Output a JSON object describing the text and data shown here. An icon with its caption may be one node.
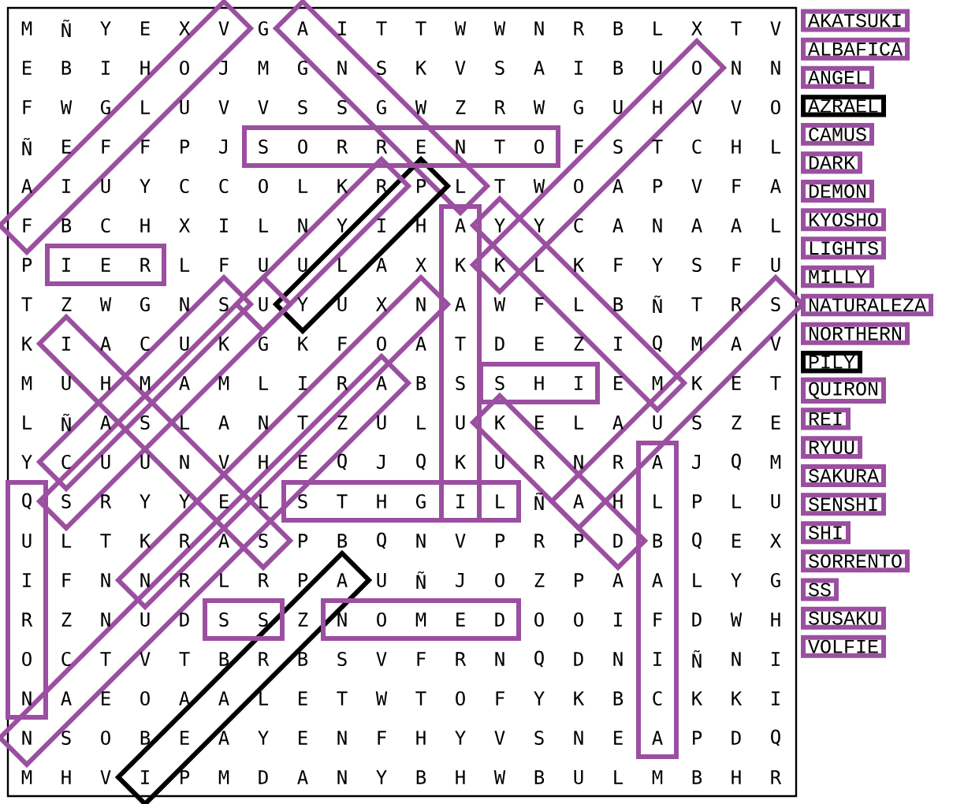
{
  "diagram": {
    "nodes": [
      {
        "text": [
          "AKATSUKI"
        ]
      },
      {
        "text": [
          "ALBAFICA"
        ]
      },
      {
        "text": [
          "ANGEL"
        ]
      },
      {
        "text": [
          "AZRAEL"
        ]
      },
      {
        "text": [
          "CAMUS"
        ]
      },
      {
        "text": [
          "DARK"
        ]
      },
      {
        "text": [
          "DEMON"
        ]
      },
      {
        "text": [
          "KYOSHO"
        ]
      },
      {
        "text": [
          "LIGHTS"
        ]
      },
      {
        "text": [
          "MILLY"
        ]
      },
      {
        "text": [
          "NATURALEZA"
        ]
      },
      {
        "text": [
          "NORTHERN"
        ]
      },
      {
        "text": [
          "PILY"
        ]
      },
      {
        "text": [
          "QUIRON"
        ]
      },
      {
        "text": [
          "REI"
        ]
      },
      {
        "text": [
          "RYUU"
        ]
      },
      {
        "text": [
          "SAKURA"
        ]
      },
      {
        "text": [
          "SENSHI"
        ]
      },
      {
        "text": [
          "SHI"
        ]
      },
      {
        "text": [
          "SORRENTO"
        ]
      },
      {
        "text": [
          "SS"
        ]
      },
      {
        "text": [
          "SUSAKU"
        ]
      },
      {
        "text": [
          "VOLFIE"
        ]
      }
    ],
    "labels": [
      "M",
      "Ñ",
      "Y",
      "E",
      "X",
      "V",
      "G",
      "A",
      "I",
      "T",
      "T",
      "W",
      "W",
      "N",
      "R",
      "B",
      "L",
      "X",
      "T",
      "V",
      "E",
      "B",
      "I",
      "H",
      "O",
      "J",
      "M",
      "G",
      "N",
      "S",
      "K",
      "V",
      "S",
      "A",
      "I",
      "B",
      "U",
      "O",
      "N",
      "N",
      "F",
      "W",
      "G",
      "L",
      "U",
      "V",
      "V",
      "S",
      "S",
      "G",
      "W",
      "Z",
      "R",
      "W",
      "G",
      "U",
      "H",
      "V",
      "V",
      "O",
      "Ñ",
      "E",
      "F",
      "F",
      "P",
      "J",
      "S",
      "O",
      "R",
      "R",
      "E",
      "N",
      "T",
      "O",
      "F",
      "S",
      "T",
      "C",
      "H",
      "L",
      "A",
      "I",
      "U",
      "Y",
      "C",
      "C",
      "O",
      "L",
      "K",
      "R",
      "P",
      "L",
      "T",
      "W",
      "O",
      "A",
      "P",
      "V",
      "F",
      "A",
      "F",
      "B",
      "C",
      "H",
      "X",
      "I",
      "L",
      "N",
      "Y",
      "I",
      "H",
      "A",
      "Y",
      "Y",
      "C",
      "A",
      "N",
      "A",
      "A",
      "L",
      "P",
      "I",
      "E",
      "R",
      "L",
      "F",
      "U",
      "U",
      "L",
      "A",
      "X",
      "K",
      "K",
      "L",
      "K",
      "F",
      "Y",
      "S",
      "F",
      "U",
      "T",
      "Z",
      "W",
      "G",
      "N",
      "S",
      "U",
      "Y",
      "U",
      "X",
      "N",
      "A",
      "W",
      "F",
      "L",
      "B",
      "Ñ",
      "T",
      "R",
      "S",
      "K",
      "I",
      "A",
      "C",
      "U",
      "K",
      "G",
      "K",
      "F",
      "O",
      "A",
      "T",
      "D",
      "E",
      "Z",
      "I",
      "Q",
      "M",
      "A",
      "V",
      "M",
      "U",
      "H",
      "M",
      "A",
      "M",
      "L",
      "I",
      "R",
      "A",
      "B",
      "S",
      "S",
      "H",
      "I",
      "E",
      "M",
      "K",
      "E",
      "T",
      "L",
      "Ñ",
      "A",
      "S",
      "L",
      "A",
      "N",
      "T",
      "Z",
      "U",
      "L",
      "U",
      "K",
      "E",
      "L",
      "A",
      "U",
      "S",
      "Z",
      "E",
      "Y",
      "C",
      "U",
      "U",
      "N",
      "V",
      "H",
      "E",
      "Q",
      "J",
      "Q",
      "K",
      "U",
      "R",
      "N",
      "R",
      "A",
      "J",
      "Q",
      "M",
      "Q",
      "S",
      "R",
      "Y",
      "Y",
      "E",
      "L",
      "S",
      "T",
      "H",
      "G",
      "I",
      "L",
      "Ñ",
      "A",
      "H",
      "L",
      "P",
      "L",
      "U",
      "U",
      "L",
      "T",
      "K",
      "R",
      "A",
      "S",
      "P",
      "B",
      "Q",
      "N",
      "V",
      "P",
      "R",
      "P",
      "D",
      "B",
      "Q",
      "E",
      "X",
      "I",
      "F",
      "N",
      "N",
      "R",
      "L",
      "R",
      "P",
      "A",
      "U",
      "Ñ",
      "J",
      "O",
      "Z",
      "P",
      "A",
      "A",
      "L",
      "Y",
      "G",
      "R",
      "Z",
      "N",
      "U",
      "D",
      "S",
      "S",
      "Z",
      "N",
      "O",
      "M",
      "E",
      "D",
      "O",
      "O",
      "I",
      "F",
      "D",
      "W",
      "H",
      "O",
      "C",
      "T",
      "V",
      "T",
      "B",
      "R",
      "B",
      "S",
      "V",
      "F",
      "R",
      "N",
      "Q",
      "D",
      "N",
      "I",
      "Ñ",
      "N",
      "I",
      "N",
      "A",
      "E",
      "O",
      "A",
      "A",
      "L",
      "E",
      "T",
      "W",
      "T",
      "O",
      "F",
      "Y",
      "K",
      "B",
      "C",
      "K",
      "K",
      "I",
      "N",
      "S",
      "O",
      "B",
      "E",
      "A",
      "Y",
      "E",
      "N",
      "F",
      "H",
      "Y",
      "V",
      "S",
      "N",
      "E",
      "A",
      "P",
      "D",
      "Q",
      "M",
      "H",
      "V",
      "I",
      "P",
      "M",
      "D",
      "A",
      "N",
      "Y",
      "B",
      "H",
      "W",
      "B",
      "U",
      "L",
      "M",
      "B",
      "H",
      "R"
    ]
  }
}
